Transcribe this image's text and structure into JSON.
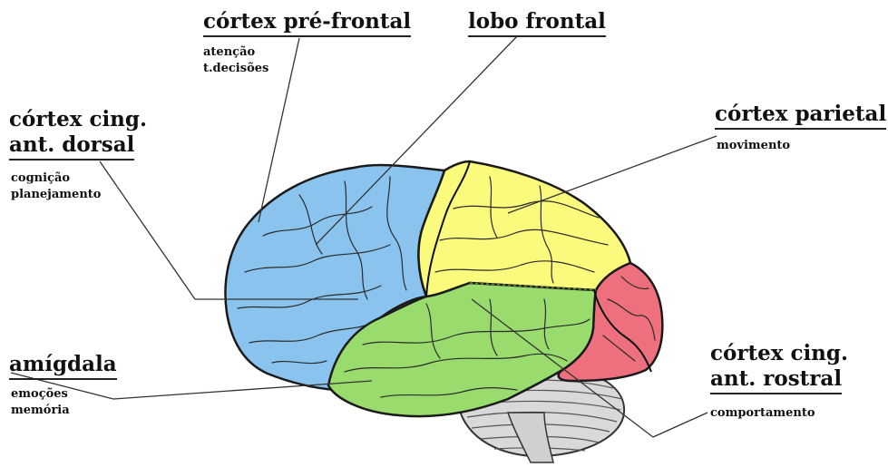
{
  "labels": {
    "prefrontal": {
      "title": "córtex pré-frontal",
      "notes": [
        "atenção",
        "t.decisões"
      ]
    },
    "frontal": {
      "title": "lobo frontal"
    },
    "acc_dorsal": {
      "title_line1": "córtex cing.",
      "title_line2": "ant. dorsal",
      "notes": [
        "cognição",
        "planejamento"
      ]
    },
    "parietal": {
      "title": "córtex parietal",
      "notes": [
        "movimento"
      ]
    },
    "amygdala": {
      "title": "amígdala",
      "notes": [
        "emoções",
        "memória"
      ]
    },
    "acc_rostral": {
      "title_line1": "córtex cing.",
      "title_line2": "ant. rostral",
      "notes": [
        "comportamento"
      ]
    }
  },
  "colors": {
    "frontal_region": "#8ac4ee",
    "parietal_region": "#fafa7d",
    "temporal_region": "#99dc6d",
    "occipital_region": "#ee6f7e",
    "cerebellum": "#d8d8d8",
    "outline": "#1a1a1a",
    "leader_lines": "#333333"
  }
}
